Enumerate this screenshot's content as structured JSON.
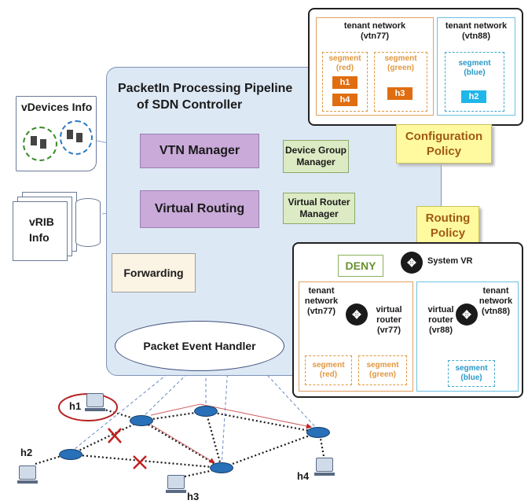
{
  "pipeline": {
    "title_line1": "PacketIn Processing Pipeline",
    "title_line2": "of SDN Controller",
    "vtn_manager": "VTN Manager",
    "virtual_routing": "Virtual Routing",
    "forwarding": "Forwarding",
    "packet_event_handler": "Packet Event Handler"
  },
  "managers": {
    "device_group_line1": "Device Group",
    "device_group_line2": "Manager",
    "virtual_router_line1": "Virtual Router",
    "virtual_router_line2": "Manager"
  },
  "inputs": {
    "vdevices": "vDevices Info",
    "vrib_line1": "vRIB",
    "vrib_line2": "Info"
  },
  "config_panel": {
    "tn77_line1": "tenant network",
    "tn77_line2": "(vtn77)",
    "tn88_line1": "tenant network",
    "tn88_line2": "(vtn88)",
    "seg_red_line1": "segment",
    "seg_red_line2": "(red)",
    "seg_green_line1": "segment",
    "seg_green_line2": "(green)",
    "seg_blue_line1": "segment",
    "seg_blue_line2": "(blue)",
    "h1": "h1",
    "h4": "h4",
    "h3": "h3",
    "h2": "h2"
  },
  "policies": {
    "config_line1": "Configuration",
    "config_line2": "Policy",
    "routing_line1": "Routing",
    "routing_line2": "Policy"
  },
  "routing_panel": {
    "deny": "DENY",
    "system_vr": "System VR",
    "tn77_line1": "tenant",
    "tn77_line2": "network",
    "tn77_line3": "(vtn77)",
    "tn88_line1": "tenant",
    "tn88_line2": "network",
    "tn88_line3": "(vtn88)",
    "vr77_line1": "virtual",
    "vr77_line2": "router",
    "vr77_line3": "(vr77)",
    "vr88_line1": "virtual",
    "vr88_line2": "router",
    "vr88_line3": "(vr88)",
    "seg_red_line1": "segment",
    "seg_red_line2": "(red)",
    "seg_green_line1": "segment",
    "seg_green_line2": "(green)",
    "seg_blue_line1": "segment",
    "seg_blue_line2": "(blue)"
  },
  "network": {
    "h1": "h1",
    "h2": "h2",
    "h3": "h3",
    "h4": "h4"
  },
  "colors": {
    "pipeline_bg": "#dde8f5",
    "manager_purple": "#c9aad9",
    "manager_green": "#dcebc4",
    "policy_yellow": "#fffaa0",
    "segment_orange": "#e06d10",
    "segment_blue": "#1fb6ea",
    "arrow_blue": "#3a66a8",
    "deny_red": "#c02020"
  }
}
